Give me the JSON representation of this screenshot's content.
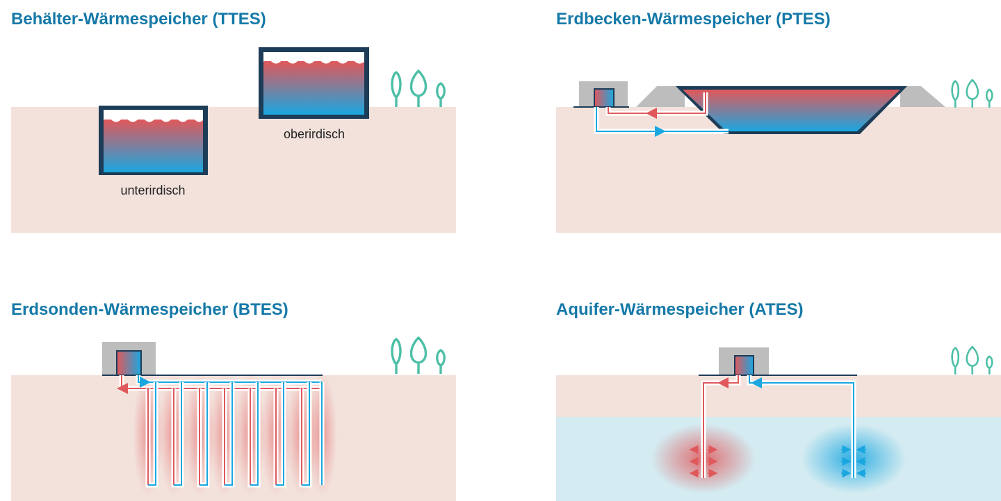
{
  "panels": {
    "ttes": {
      "title": "Behälter-Wärmespeicher (TTES)",
      "label_underground": "unterirdisch",
      "label_aboveground": "oberirdisch"
    },
    "ptes": {
      "title": "Erdbecken-Wärmespeicher (PTES)"
    },
    "btes": {
      "title": "Erdsonden-Wärmespeicher (BTES)"
    },
    "ates": {
      "title": "Aquifer-Wärmespeicher (ATES)"
    }
  },
  "colors": {
    "title": "#1579a8",
    "ground": "#f3e2dc",
    "aquifer": "#d3ebf1",
    "hot": "#e0585b",
    "cold": "#1aa7e0",
    "tank_frame": "#1d3c57",
    "housing": "#bdbdbd",
    "tree": "#4cbfa6"
  },
  "icons": [
    "tree-icon"
  ]
}
